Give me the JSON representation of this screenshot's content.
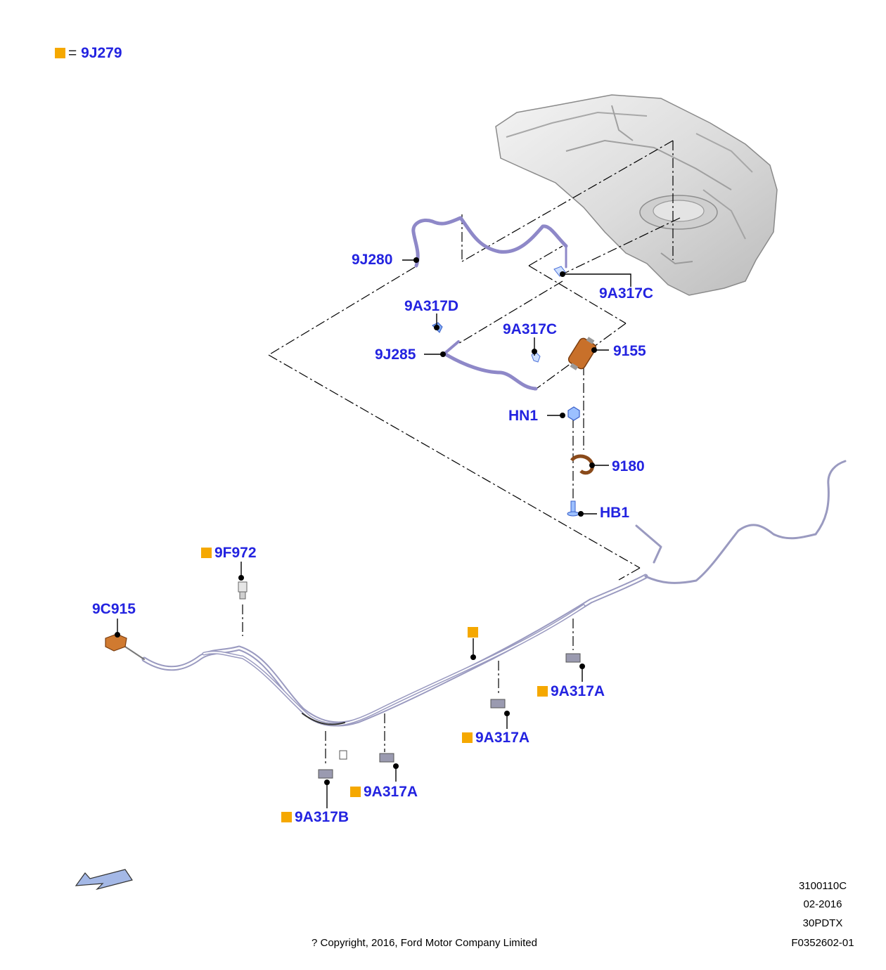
{
  "legend": {
    "equals": "=",
    "code": "9J279"
  },
  "callouts": [
    {
      "id": "9J280",
      "text": "9J280",
      "marked": false
    },
    {
      "id": "9A317C-top",
      "text": "9A317C",
      "marked": false
    },
    {
      "id": "9A317D",
      "text": "9A317D",
      "marked": false
    },
    {
      "id": "9A317C-mid",
      "text": "9A317C",
      "marked": false
    },
    {
      "id": "9155",
      "text": "9155",
      "marked": false
    },
    {
      "id": "9J285",
      "text": "9J285",
      "marked": false
    },
    {
      "id": "HN1",
      "text": "HN1",
      "marked": false
    },
    {
      "id": "9180",
      "text": "9180",
      "marked": false
    },
    {
      "id": "HB1",
      "text": "HB1",
      "marked": false
    },
    {
      "id": "9F972",
      "text": "9F972",
      "marked": true
    },
    {
      "id": "9C915",
      "text": "9C915",
      "marked": false
    },
    {
      "id": "marker-only",
      "text": "",
      "marked": true
    },
    {
      "id": "9A317A-right",
      "text": "9A317A",
      "marked": true
    },
    {
      "id": "9A317A-center",
      "text": "9A317A",
      "marked": true
    },
    {
      "id": "9A317A-left",
      "text": "9A317A",
      "marked": true
    },
    {
      "id": "9A317B",
      "text": "9A317B",
      "marked": true
    }
  ],
  "meta": {
    "code": "3100110C",
    "date": "02-2016",
    "platform": "30PDTX",
    "figure": "F0352602-01"
  },
  "copyright": "? Copyright, 2016, Ford Motor Company Limited",
  "colors": {
    "label": "#2323e0",
    "marker": "#f5a800",
    "line": "#000000",
    "pipe": "#8e88c8"
  },
  "icons": {
    "direction": "arrow-icon"
  }
}
